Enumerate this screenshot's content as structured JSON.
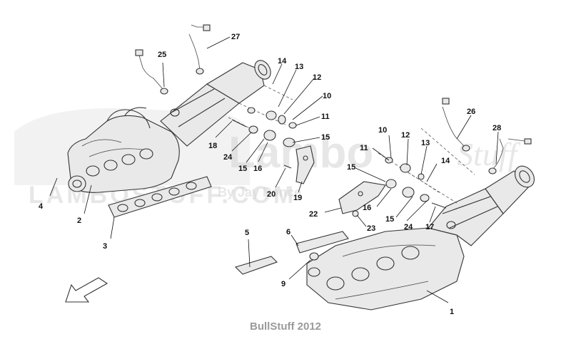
{
  "watermark": {
    "brand": "Lambo",
    "brand_script": "Stuff",
    "sub": "LAMBOSTUFF.COM",
    "byline": "By Jay Ponce"
  },
  "footer": "BullStuff 2012",
  "labels": [
    {
      "id": "1",
      "text": "1"
    },
    {
      "id": "2",
      "text": "2"
    },
    {
      "id": "3",
      "text": "3"
    },
    {
      "id": "4",
      "text": "4"
    },
    {
      "id": "5",
      "text": "5"
    },
    {
      "id": "6",
      "text": "6"
    },
    {
      "id": "9",
      "text": "9"
    },
    {
      "id": "10a",
      "text": "10"
    },
    {
      "id": "10b",
      "text": "10"
    },
    {
      "id": "11a",
      "text": "11"
    },
    {
      "id": "11b",
      "text": "11"
    },
    {
      "id": "12a",
      "text": "12"
    },
    {
      "id": "12b",
      "text": "12"
    },
    {
      "id": "13a",
      "text": "13"
    },
    {
      "id": "13b",
      "text": "13"
    },
    {
      "id": "14a",
      "text": "14"
    },
    {
      "id": "14b",
      "text": "14"
    },
    {
      "id": "15a",
      "text": "15"
    },
    {
      "id": "15b",
      "text": "15"
    },
    {
      "id": "15c",
      "text": "15"
    },
    {
      "id": "15d",
      "text": "15"
    },
    {
      "id": "16a",
      "text": "16"
    },
    {
      "id": "16b",
      "text": "16"
    },
    {
      "id": "17",
      "text": "17"
    },
    {
      "id": "18",
      "text": "18"
    },
    {
      "id": "19",
      "text": "19"
    },
    {
      "id": "20",
      "text": "20"
    },
    {
      "id": "22",
      "text": "22"
    },
    {
      "id": "23",
      "text": "23"
    },
    {
      "id": "24a",
      "text": "24"
    },
    {
      "id": "24b",
      "text": "24"
    },
    {
      "id": "25",
      "text": "25"
    },
    {
      "id": "26",
      "text": "26"
    },
    {
      "id": "27",
      "text": "27"
    },
    {
      "id": "28",
      "text": "28"
    }
  ]
}
